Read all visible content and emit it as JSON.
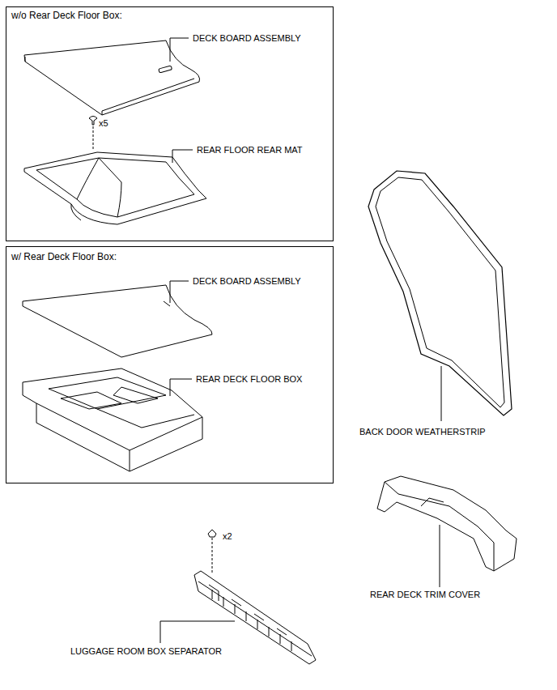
{
  "diagram": {
    "nodes": [
      {
        "text": [
          "w/o Rear Deck Floor Box:",
          "DECK BOARD ASSEMBLY",
          "x5",
          "REAR FLOOR REAR MAT"
        ]
      },
      {
        "text": [
          "w/ Rear Deck Floor Box:",
          "DECK BOARD ASSEMBLY",
          "REAR DECK FLOOR BOX"
        ]
      }
    ],
    "labels": [
      "BACK DOOR WEATHERSTRIP",
      "REAR DECK TRIM COVER",
      "x2",
      "LUGGAGE ROOM BOX SEPARATOR"
    ]
  }
}
